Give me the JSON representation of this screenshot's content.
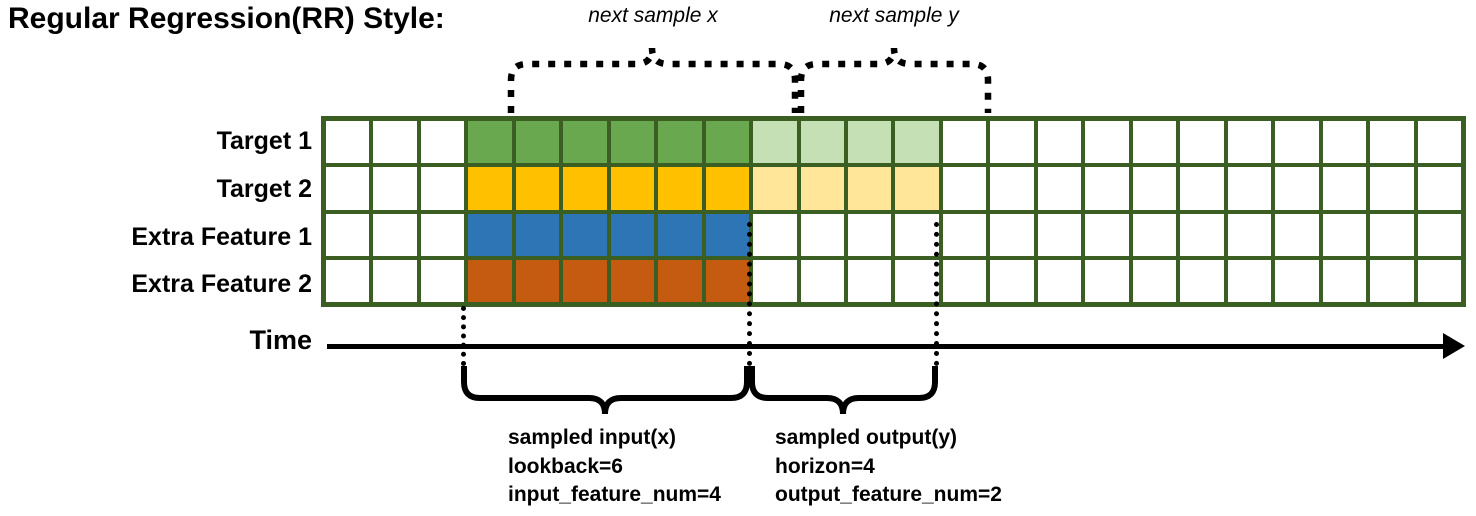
{
  "title": "Regular Regression(RR) Style:",
  "rows": [
    {
      "label": "Target 1",
      "name": "target-1"
    },
    {
      "label": "Target 2",
      "name": "target-2"
    },
    {
      "label": "Extra Feature 1",
      "name": "extra-feature-1"
    },
    {
      "label": "Extra Feature 2",
      "name": "extra-feature-2"
    }
  ],
  "grid": {
    "columns": 24,
    "rows": 4,
    "border_color": "#3b5e22",
    "cells": [
      [
        "empty",
        "empty",
        "empty",
        "green",
        "green",
        "green",
        "green",
        "green",
        "green",
        "lightgreen",
        "lightgreen",
        "lightgreen",
        "lightgreen",
        "empty",
        "empty",
        "empty",
        "empty",
        "empty",
        "empty",
        "empty",
        "empty",
        "empty",
        "empty",
        "empty"
      ],
      [
        "empty",
        "empty",
        "empty",
        "amber",
        "amber",
        "amber",
        "amber",
        "amber",
        "amber",
        "lightamber",
        "lightamber",
        "lightamber",
        "lightamber",
        "empty",
        "empty",
        "empty",
        "empty",
        "empty",
        "empty",
        "empty",
        "empty",
        "empty",
        "empty",
        "empty"
      ],
      [
        "empty",
        "empty",
        "empty",
        "blue",
        "blue",
        "blue",
        "blue",
        "blue",
        "blue",
        "empty",
        "empty",
        "empty",
        "empty",
        "empty",
        "empty",
        "empty",
        "empty",
        "empty",
        "empty",
        "empty",
        "empty",
        "empty",
        "empty",
        "empty"
      ],
      [
        "empty",
        "empty",
        "empty",
        "orange",
        "orange",
        "orange",
        "orange",
        "orange",
        "orange",
        "empty",
        "empty",
        "empty",
        "empty",
        "empty",
        "empty",
        "empty",
        "empty",
        "empty",
        "empty",
        "empty",
        "empty",
        "empty",
        "empty",
        "empty"
      ]
    ],
    "palette": {
      "green": "#6aa84f",
      "lightgreen": "#c5e0b4",
      "amber": "#ffc000",
      "lightamber": "#ffe699",
      "blue": "#2e75b6",
      "orange": "#c55a11",
      "empty": "#ffffff"
    }
  },
  "top_braces": [
    {
      "label": "next sample x",
      "name": "next-sample-x"
    },
    {
      "label": "next sample y",
      "name": "next-sample-y"
    }
  ],
  "time_axis": {
    "label": "Time"
  },
  "bottom_notes": [
    {
      "name": "sampled-input",
      "lines": [
        "sampled input(x)",
        "lookback=6",
        "input_feature_num=4"
      ]
    },
    {
      "name": "sampled-output",
      "lines": [
        "sampled output(y)",
        "horizon=4",
        "output_feature_num=2"
      ]
    }
  ]
}
